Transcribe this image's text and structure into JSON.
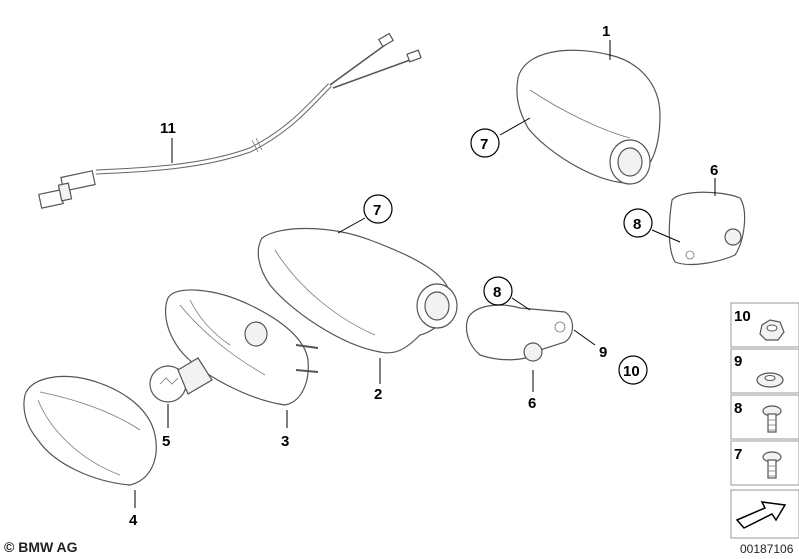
{
  "callouts": {
    "c1": "1",
    "c2": "2",
    "c3": "3",
    "c4": "4",
    "c5": "5",
    "c6a": "6",
    "c6b": "6",
    "c7a": "7",
    "c7b": "7",
    "c8a": "8",
    "c8b": "8",
    "c9": "9",
    "c10": "10",
    "c11": "11"
  },
  "legend": {
    "items": [
      {
        "label": "10"
      },
      {
        "label": "9"
      },
      {
        "label": "8"
      },
      {
        "label": "7"
      }
    ]
  },
  "footer": {
    "copyright": "© BMW AG",
    "image_id": "00187106"
  }
}
